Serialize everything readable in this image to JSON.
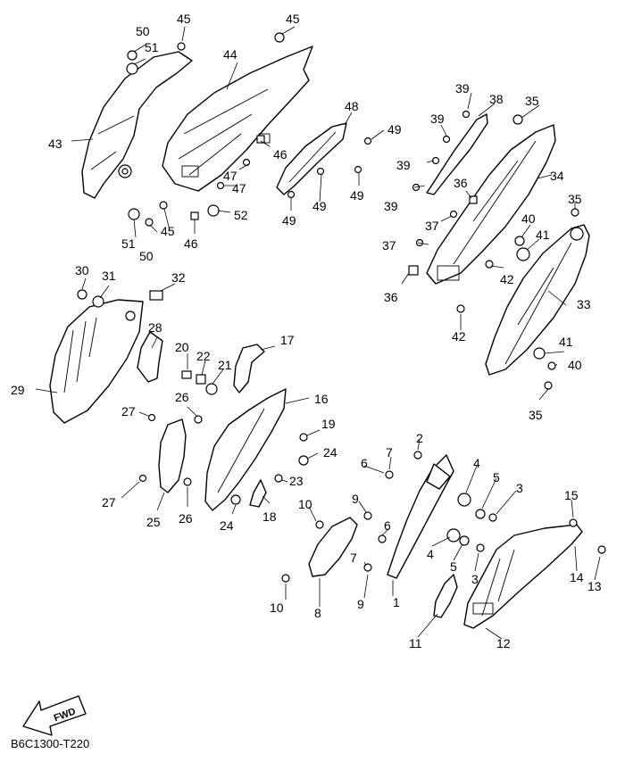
{
  "diagram": {
    "code": "B6C1300-T220",
    "fwd_label": "FWD",
    "callouts": {
      "n1": "1",
      "n2": "2",
      "n3a": "3",
      "n3b": "3",
      "n4a": "4",
      "n4b": "4",
      "n5a": "5",
      "n5b": "5",
      "n6a": "6",
      "n6b": "6",
      "n7a": "7",
      "n7b": "7",
      "n8": "8",
      "n9a": "9",
      "n9b": "9",
      "n10a": "10",
      "n10b": "10",
      "n11": "11",
      "n12": "12",
      "n13": "13",
      "n14": "14",
      "n15": "15",
      "n16": "16",
      "n17": "17",
      "n18": "18",
      "n19": "19",
      "n20": "20",
      "n21": "21",
      "n22": "22",
      "n23": "23",
      "n24a": "24",
      "n24b": "24",
      "n25": "25",
      "n26a": "26",
      "n26b": "26",
      "n27a": "27",
      "n27b": "27",
      "n28": "28",
      "n29": "29",
      "n30": "30",
      "n31": "31",
      "n32": "32",
      "n33": "33",
      "n34": "34",
      "n35a": "35",
      "n35b": "35",
      "n35c": "35",
      "n36a": "36",
      "n36b": "36",
      "n37a": "37",
      "n37b": "37",
      "n38": "38",
      "n39a": "39",
      "n39b": "39",
      "n39c": "39",
      "n39d": "39",
      "n40a": "40",
      "n40b": "40",
      "n41a": "41",
      "n41b": "41",
      "n42a": "42",
      "n42b": "42",
      "n43": "43",
      "n44": "44",
      "n45a": "45",
      "n45b": "45",
      "n45c": "45",
      "n46a": "46",
      "n46b": "46",
      "n47a": "47",
      "n47b": "47",
      "n48": "48",
      "n49a": "49",
      "n49b": "49",
      "n49c": "49",
      "n49d": "49",
      "n50a": "50",
      "n50b": "50",
      "n51a": "51",
      "n51b": "51",
      "n52": "52"
    }
  }
}
